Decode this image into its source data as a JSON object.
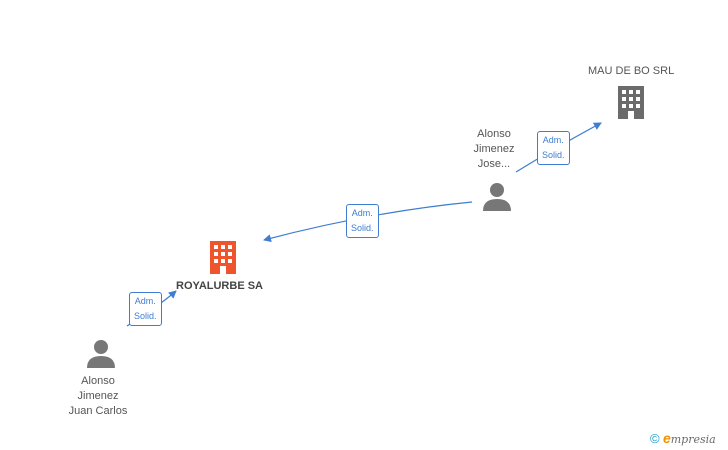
{
  "companies": {
    "mau": {
      "label": "MAU DE BO SRL",
      "color": "#6b6b6b"
    },
    "royalurbe": {
      "label": "ROYALURBE SA",
      "color": "#f0542c"
    }
  },
  "people": {
    "alonso_jose": {
      "label": "Alonso\nJimenez\nJose..."
    },
    "alonso_juan": {
      "label": "Alonso\nJimenez\nJuan Carlos"
    }
  },
  "edges": {
    "jose_to_mau": {
      "label": "Adm.\nSolid."
    },
    "jose_to_royalurbe": {
      "label": "Adm.\nSolid."
    },
    "juan_to_royalurbe": {
      "label": "Adm.\nSolid."
    }
  },
  "colors": {
    "edge": "#3e7dd1",
    "person": "#777777"
  },
  "footer": {
    "copyright": "©",
    "brand_initial": "e",
    "brand_rest": "mpresia"
  }
}
